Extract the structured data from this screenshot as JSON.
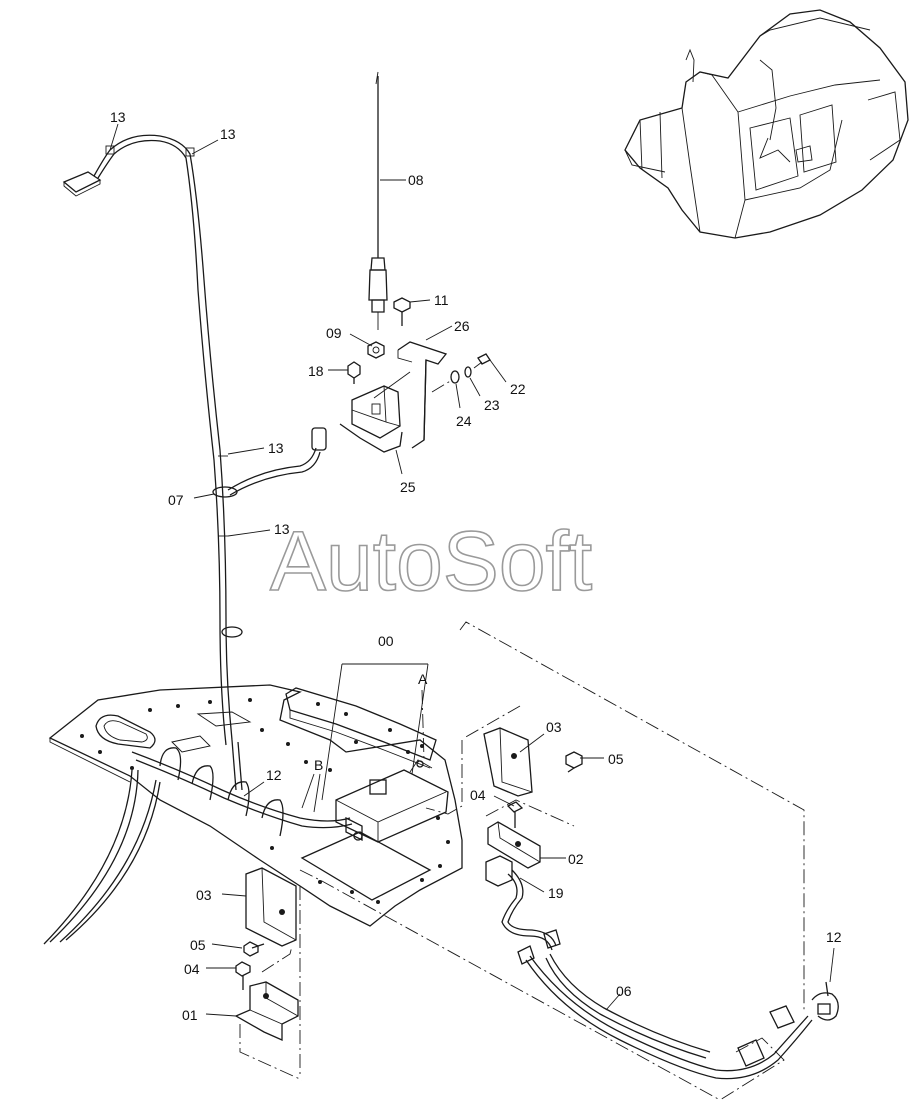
{
  "watermark": "AutoSoft",
  "callouts": [
    {
      "key": "lbl-13a",
      "text": "13"
    },
    {
      "key": "lbl-13b",
      "text": "13"
    },
    {
      "key": "lbl-08",
      "text": "08"
    },
    {
      "key": "lbl-11",
      "text": "11"
    },
    {
      "key": "lbl-09",
      "text": "09"
    },
    {
      "key": "lbl-26",
      "text": "26"
    },
    {
      "key": "lbl-18",
      "text": "18"
    },
    {
      "key": "lbl-22",
      "text": "22"
    },
    {
      "key": "lbl-23",
      "text": "23"
    },
    {
      "key": "lbl-24",
      "text": "24"
    },
    {
      "key": "lbl-25",
      "text": "25"
    },
    {
      "key": "lbl-13c",
      "text": "13"
    },
    {
      "key": "lbl-07",
      "text": "07"
    },
    {
      "key": "lbl-13d",
      "text": "13"
    },
    {
      "key": "lbl-00",
      "text": "00"
    },
    {
      "key": "lbl-A",
      "text": "A"
    },
    {
      "key": "lbl-03a",
      "text": "03"
    },
    {
      "key": "lbl-05a",
      "text": "05"
    },
    {
      "key": "lbl-12a",
      "text": "12"
    },
    {
      "key": "lbl-B",
      "text": "B"
    },
    {
      "key": "lbl-04a",
      "text": "04"
    },
    {
      "key": "lbl-02",
      "text": "02"
    },
    {
      "key": "lbl-19",
      "text": "19"
    },
    {
      "key": "lbl-03b",
      "text": "03"
    },
    {
      "key": "lbl-05b",
      "text": "05"
    },
    {
      "key": "lbl-04b",
      "text": "04"
    },
    {
      "key": "lbl-01",
      "text": "01"
    },
    {
      "key": "lbl-06",
      "text": "06"
    },
    {
      "key": "lbl-12b",
      "text": "12"
    }
  ]
}
